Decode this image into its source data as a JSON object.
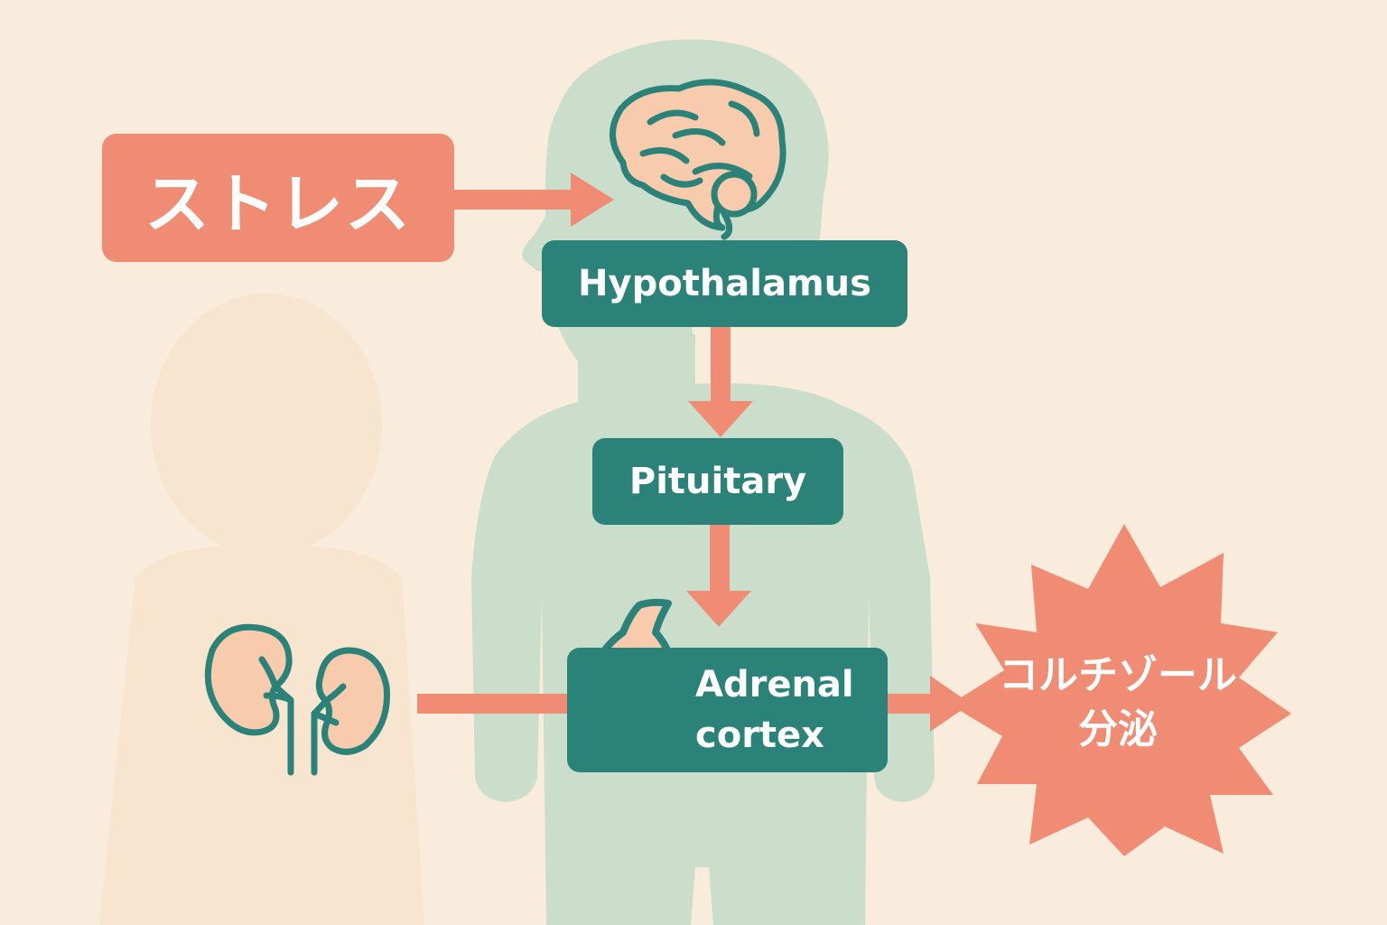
{
  "colors": {
    "background": "#f9ecdc",
    "body_silhouette": "#cbddcb",
    "accent_coral": "#ef8c73",
    "teal": "#2b8279",
    "organ_fill": "#f8cbad"
  },
  "icons": {
    "brain": "brain-icon",
    "adrenal_gland": "adrenal-gland-icon",
    "kidneys": "kidneys-icon"
  },
  "diagram": {
    "stress_label": "ストレス",
    "hypothalamus_label": "Hypothalamus",
    "pituitary_label": "Pituitary",
    "adrenal_label_line1": "Adrenal",
    "adrenal_label_line2": "cortex",
    "cortisol_label_line1": "コルチゾール",
    "cortisol_label_line2": "分泌"
  }
}
